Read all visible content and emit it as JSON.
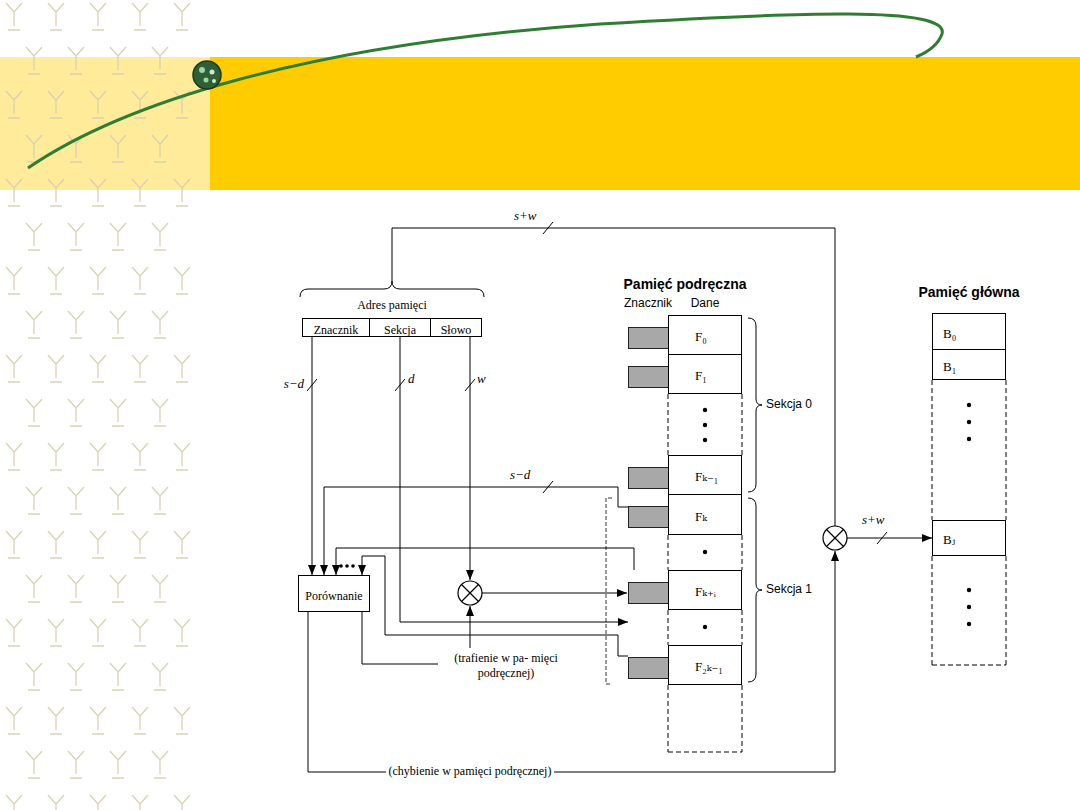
{
  "diagram": {
    "nodes": [
      {
        "text": [
          "Adres pamięci"
        ]
      },
      {
        "text": [
          "Znacznik"
        ],
        "in": 0
      },
      {
        "text": [
          "Sekcja"
        ],
        "in": 0
      },
      {
        "text": [
          "Słowo"
        ],
        "in": 0
      },
      {
        "text": [
          "Pamięć podręczna"
        ]
      },
      {
        "text": [
          "F₀"
        ],
        "in": 4
      },
      {
        "text": [
          "F₁"
        ],
        "in": 4
      },
      {
        "text": [
          "Fₖ₋₁"
        ],
        "in": 4
      },
      {
        "text": [
          "Fₖ"
        ],
        "in": 4
      },
      {
        "text": [
          "Fₖ₊ᵢ"
        ],
        "in": 4
      },
      {
        "text": [
          "F₂ₖ₋₁"
        ],
        "in": 4
      },
      {
        "text": [
          "Pamięć główna"
        ]
      },
      {
        "text": [
          "B₀"
        ],
        "in": 11
      },
      {
        "text": [
          "B₁"
        ],
        "in": 11
      },
      {
        "text": [
          "Bⱼ"
        ],
        "in": 11
      },
      {
        "text": [
          "Porównanie"
        ]
      }
    ],
    "edges": [
      {
        "from": 1,
        "to": 15,
        "arrow": "to",
        "label": "s−d"
      },
      {
        "from": 2,
        "to": 4,
        "arrow": "to",
        "label": "d"
      },
      {
        "from": 8,
        "to": 15,
        "arrow": "to",
        "label": "s−d"
      },
      {
        "from": 9,
        "to": 15,
        "arrow": "to"
      },
      {
        "from": 10,
        "to": 15,
        "arrow": "to"
      },
      {
        "from": 0,
        "to": 14,
        "arrow": "to",
        "label": "s+w"
      }
    ],
    "labels": [
      "Znacznik",
      "Dane",
      "Sekcja 0",
      "Sekcja 1",
      "w",
      "s+w",
      "(trafienie w pa- mięci podręcznej)",
      "(chybienie w pamięci podręcznej)"
    ]
  }
}
